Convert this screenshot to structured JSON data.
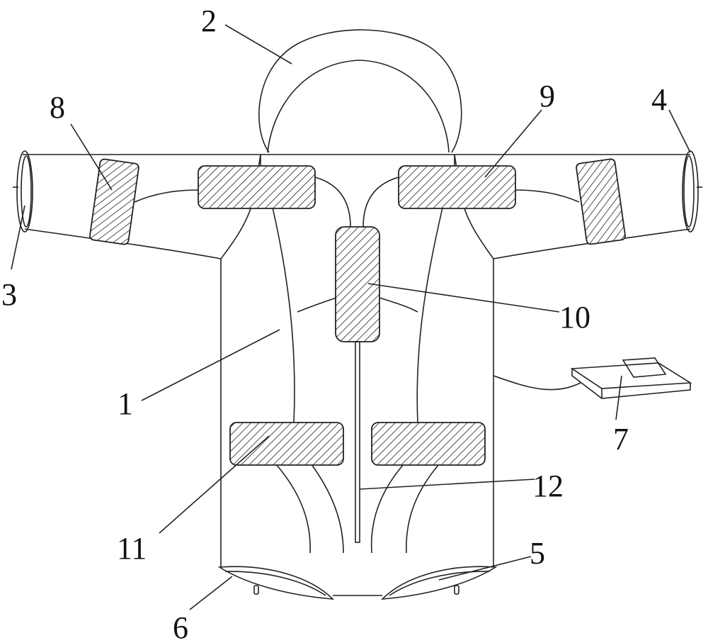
{
  "figure": {
    "labels": {
      "l1": "1",
      "l2": "2",
      "l3": "3",
      "l4": "4",
      "l5": "5",
      "l6": "6",
      "l7": "7",
      "l8": "8",
      "l9": "9",
      "l10": "10",
      "l11": "11",
      "l12": "12"
    }
  }
}
